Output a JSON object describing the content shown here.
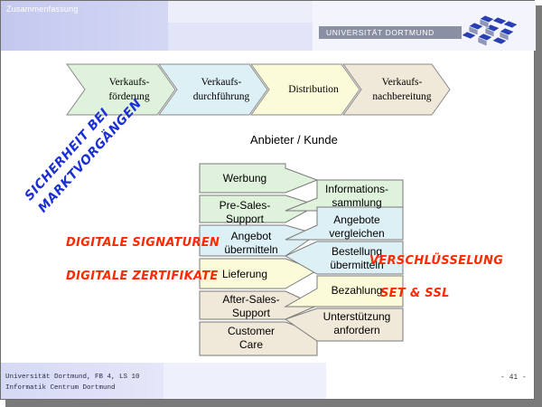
{
  "header": {
    "section_title": "Zusammenfassung",
    "university": "UNIVERSITÄT DORTMUND"
  },
  "process_chain": [
    {
      "label": "Verkaufs-\nförderung",
      "color": "#dff2dc"
    },
    {
      "label": "Verkaufs-\ndurchführung",
      "color": "#dcf0f5"
    },
    {
      "label": "Distribution",
      "color": "#fbfbd9"
    },
    {
      "label": "Verkaufs-\nnachbereitung",
      "color": "#f0e8d8"
    }
  ],
  "diagram_title": "Anbieter / Kunde",
  "left_phases": [
    {
      "label": "Werbung",
      "color": "#dff2dc"
    },
    {
      "label": "Pre-Sales-\nSupport",
      "color": "#dff2dc"
    },
    {
      "label": "Angebot\nübermitteln",
      "color": "#dcf0f5"
    },
    {
      "label": "Lieferung",
      "color": "#fbfbd9"
    },
    {
      "label": "After-Sales-\nSupport",
      "color": "#f0e8d8"
    },
    {
      "label": "Customer\nCare",
      "color": "#f0e8d8"
    }
  ],
  "right_phases": [
    {
      "label": "Informations-\nsammlung",
      "color": "#dff2dc"
    },
    {
      "label": "Angebote\nvergleichen",
      "color": "#dcf0f5"
    },
    {
      "label": "Bestellung\nübermitteln",
      "color": "#dcf0f5"
    },
    {
      "label": "Bezahlung",
      "color": "#fbfbd9"
    },
    {
      "label": "Unterstützung\nanfordern",
      "color": "#f0e8d8"
    }
  ],
  "annotations": {
    "sicherheit": "SICHERHEIT BEI\nMARKTVORGÄNGEN",
    "signaturen": "DIGITALE SIGNATUREN",
    "zertifikate": "DIGITALE ZERTIFIKATE",
    "verschluesselung": "VERSCHLÜSSELUNG",
    "set_ssl": "SET & SSL"
  },
  "footer": {
    "line1": "Universität Dortmund, FB 4, LS 10",
    "line2": "Informatik Centrum Dortmund",
    "page": "- 41 -"
  },
  "colors": {
    "red_annotation": "#ff2a00",
    "blue_annotation": "#1a2fd6"
  }
}
